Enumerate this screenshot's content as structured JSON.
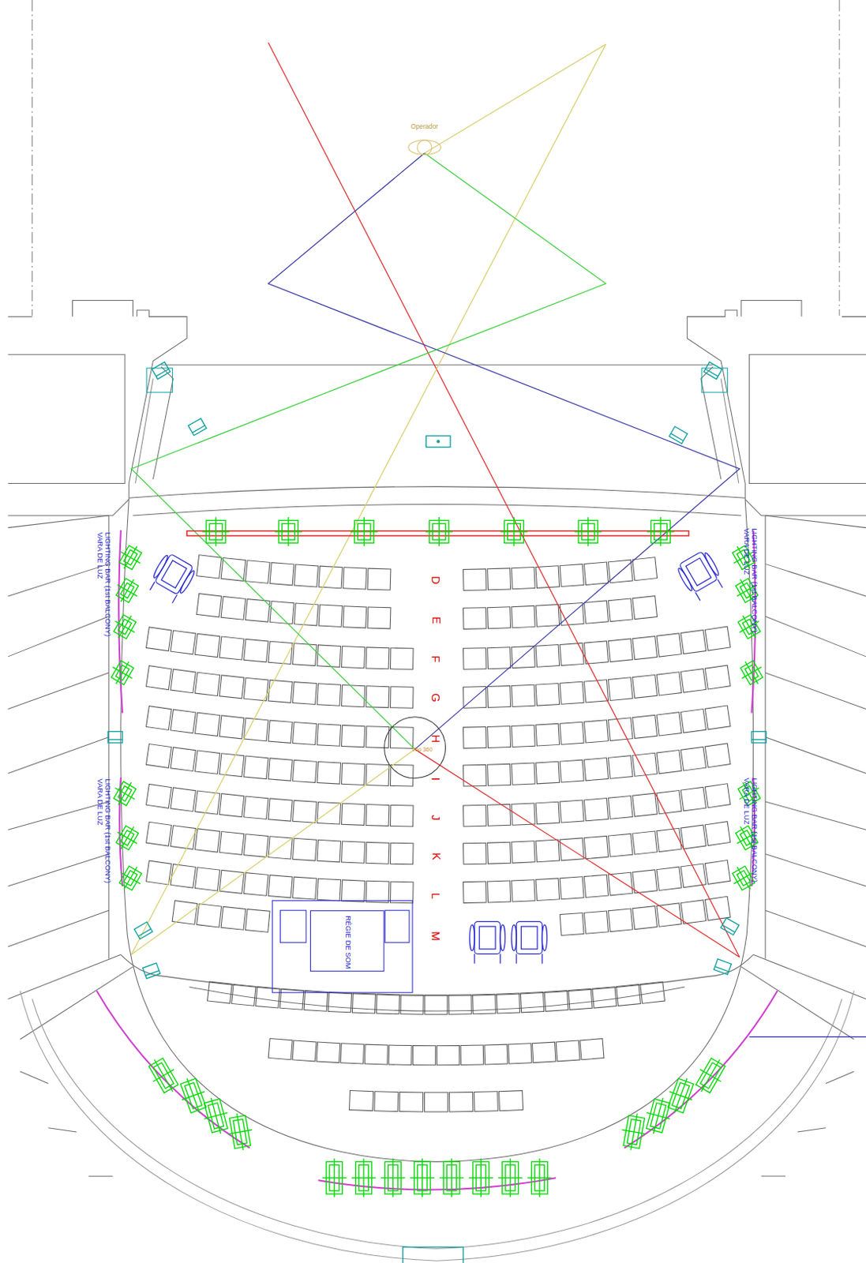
{
  "diagram": {
    "nodes": [
      {
        "text": [
          "RÉGIE DE SOM"
        ]
      }
    ],
    "labels": [
      "Operador",
      "D",
      "E",
      "F",
      "G",
      "H",
      "I",
      "J",
      "K",
      "L",
      "M",
      "Voo 360",
      "LIGHTING BAR (1st BALCONY)",
      "VARA DE LUZ",
      "LIGHTING BAR (1st BALCONY)",
      "VARA DE LUZ",
      "LIGHTING BAR (1st BALCONY)",
      "VARA DE LUZ",
      "LIGHTING BAR (1st BALCONY)",
      "VARA DE LUZ"
    ]
  }
}
